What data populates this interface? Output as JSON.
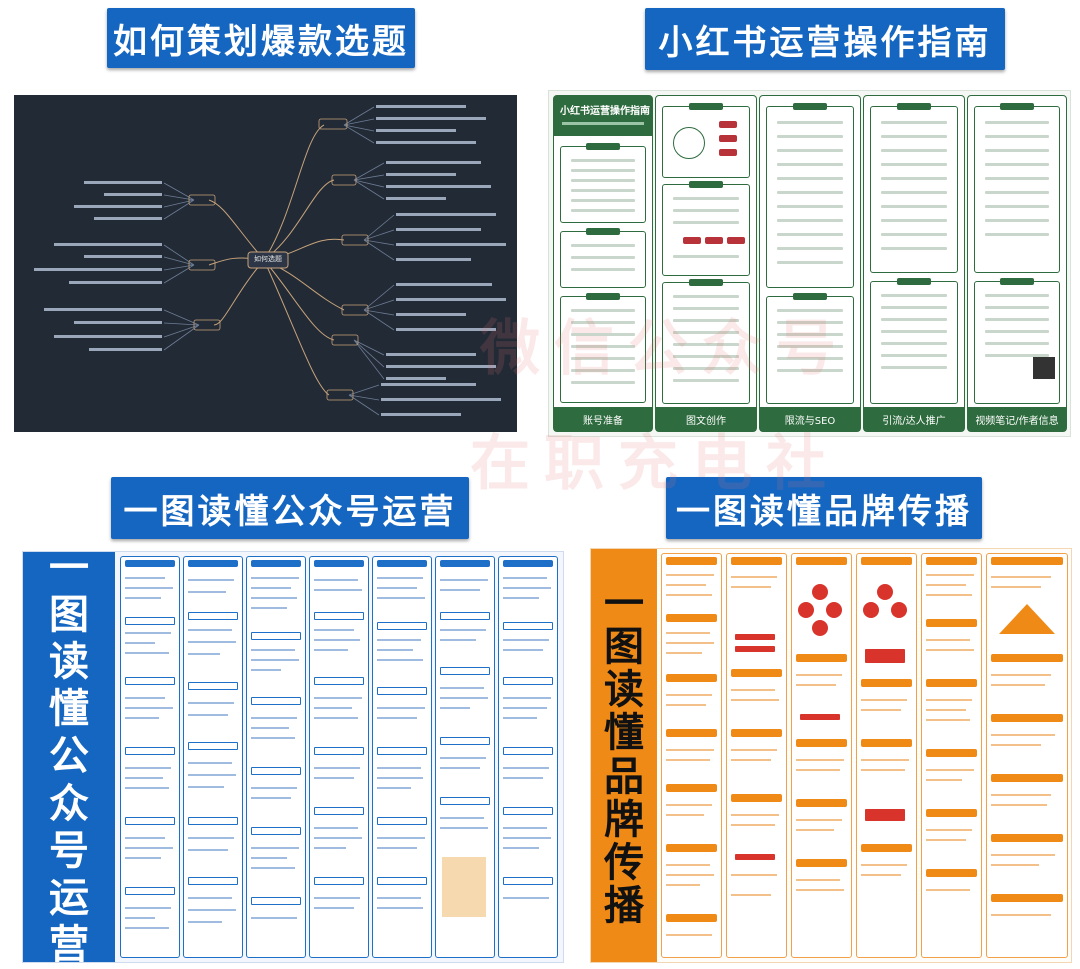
{
  "banners": {
    "b1": "如何策划爆款选题",
    "b2": "小红书运营操作指南",
    "b3": "一图读懂公众号运营",
    "b4": "一图读懂品牌传播"
  },
  "panel1": {
    "center_label": "如何选题"
  },
  "panel2": {
    "title": "小红书运营操作指南",
    "footer": [
      "账号准备",
      "图文创作",
      "限流与SEO",
      "引流/达人推广",
      "视频笔记/作者信息"
    ]
  },
  "panel3": {
    "side_title": [
      "一",
      "图",
      "读",
      "懂",
      "公",
      "众",
      "号",
      "运",
      "营"
    ]
  },
  "panel4": {
    "side_title": [
      "一",
      "图",
      "读",
      "懂",
      "品",
      "牌",
      "传",
      "播"
    ]
  },
  "watermark": {
    "line1": "微信公众号",
    "line2": "在职充电社"
  },
  "colors": {
    "banner_blue": "#1466c0",
    "dark_bg": "#222a36",
    "green": "#2e6b3e",
    "orange": "#f08a17"
  }
}
